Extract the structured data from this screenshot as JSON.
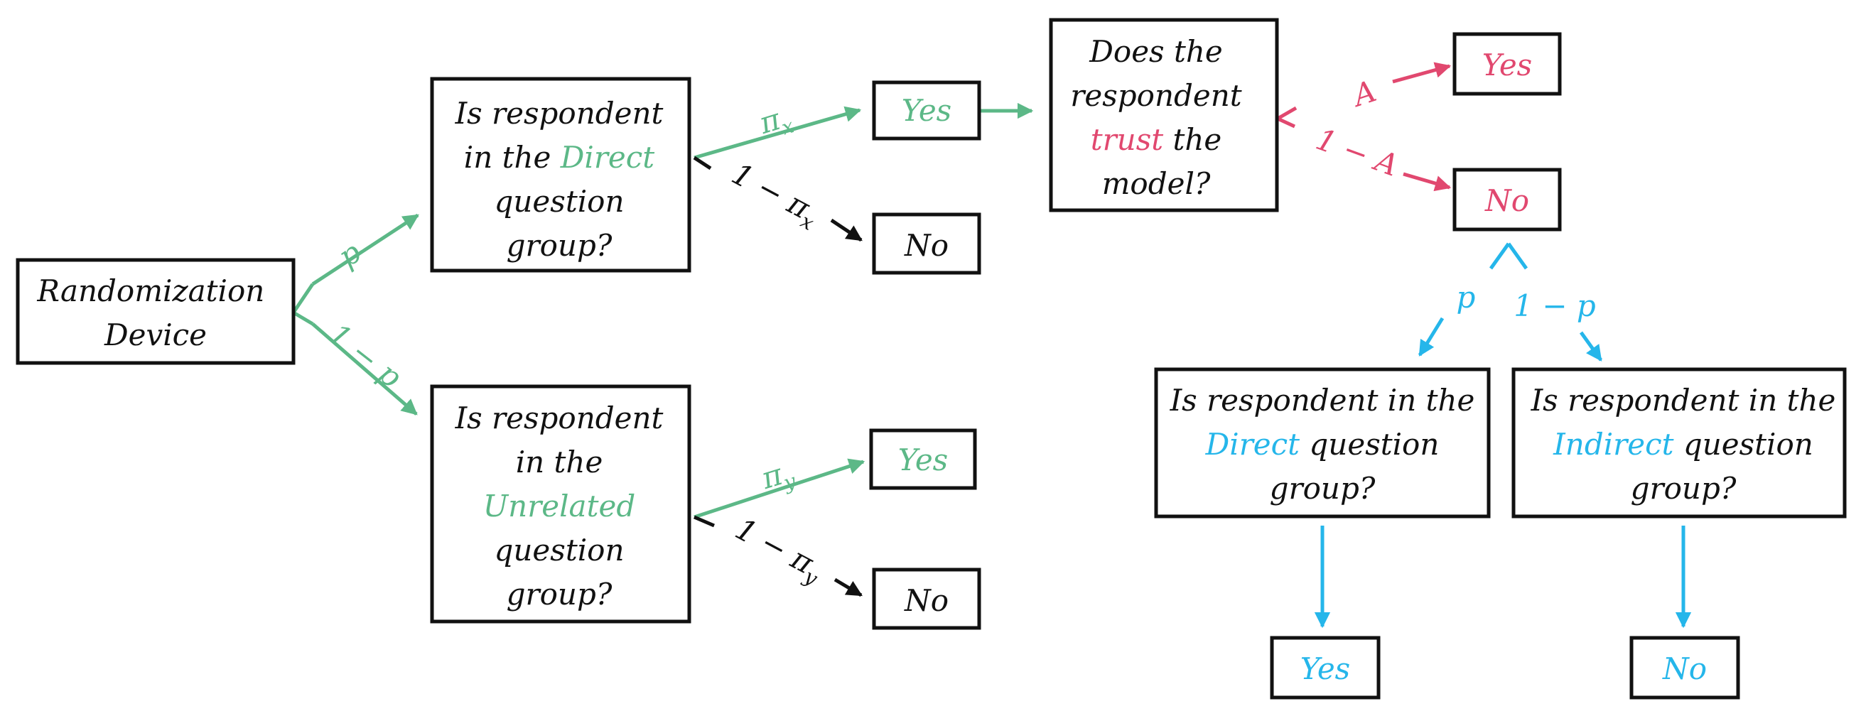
{
  "colors": {
    "green": "#5cb887",
    "pink": "#e1486f",
    "blue": "#25b6ea",
    "black": "#111111"
  },
  "nodes": {
    "randomization": [
      "Randomization",
      "Device"
    ],
    "direct_group": [
      [
        {
          "t": "Is respondent"
        }
      ],
      [
        {
          "t": "in the "
        },
        {
          "t": "Direct",
          "c": "green"
        }
      ],
      [
        {
          "t": "question"
        }
      ],
      [
        {
          "t": "group?"
        }
      ]
    ],
    "unrelated_group": [
      [
        {
          "t": "Is respondent"
        }
      ],
      [
        {
          "t": "in the"
        }
      ],
      [
        {
          "t": "Unrelated",
          "c": "green"
        }
      ],
      [
        {
          "t": "question"
        }
      ],
      [
        {
          "t": "group?"
        }
      ]
    ],
    "yes_x": "Yes",
    "no_x": "No",
    "yes_y": "Yes",
    "no_y": "No",
    "trust": [
      [
        {
          "t": "Does the"
        }
      ],
      [
        {
          "t": "respondent"
        }
      ],
      [
        {
          "t": "trust",
          "c": "pink"
        },
        {
          "t": " the"
        }
      ],
      [
        {
          "t": "model?"
        }
      ]
    ],
    "yes_trust": "Yes",
    "no_trust": "No",
    "direct_q2": [
      [
        {
          "t": "Is respondent in the"
        }
      ],
      [
        {
          "t": "Direct",
          "c": "blue"
        },
        {
          "t": " question"
        }
      ],
      [
        {
          "t": "group?"
        }
      ]
    ],
    "indirect_q2": [
      [
        {
          "t": "Is respondent in the"
        }
      ],
      [
        {
          "t": "Indirect",
          "c": "blue"
        },
        {
          "t": " question"
        }
      ],
      [
        {
          "t": "group?"
        }
      ]
    ],
    "yes_final": "Yes",
    "no_final": "No"
  },
  "edge_labels": {
    "p": "p",
    "one_minus_p": "1 − p",
    "pi_x_sym": "π",
    "pi_x_sub": "x",
    "one_minus_pi_x_prefix": "1 − π",
    "one_minus_pi_x_sub": "x",
    "pi_y_sym": "π",
    "pi_y_sub": "y",
    "one_minus_pi_y_prefix": "1 − π",
    "one_minus_pi_y_sub": "y",
    "A": "A",
    "one_minus_A": "1 − A",
    "p_blue": "p",
    "one_minus_p_blue": "1 − p"
  }
}
